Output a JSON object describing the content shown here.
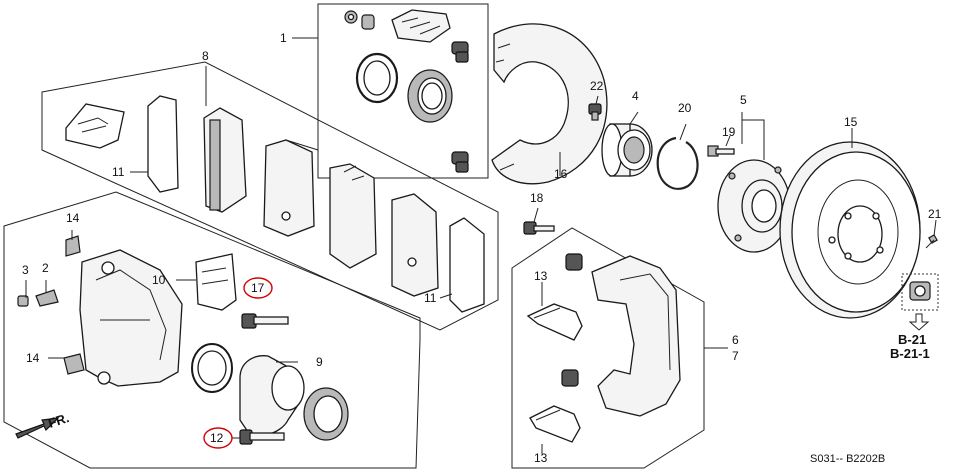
{
  "callouts": {
    "c1": "1",
    "c2": "2",
    "c3": "3",
    "c4": "4",
    "c5": "5",
    "c6": "6",
    "c7": "7",
    "c8": "8",
    "c9": "9",
    "c10": "10",
    "c11a": "11",
    "c11b": "11",
    "c12": "12",
    "c13a": "13",
    "c13b": "13",
    "c14a": "14",
    "c14b": "14",
    "c15": "15",
    "c16": "16",
    "c17": "17",
    "c18": "18",
    "c19": "19",
    "c20": "20",
    "c21": "21",
    "c22": "22"
  },
  "refs": {
    "b21": "B-21",
    "b211": "B-21-1"
  },
  "front_label": "FR.",
  "diagram_code": "S031-- B2202B",
  "highlight_color": "#d40000"
}
